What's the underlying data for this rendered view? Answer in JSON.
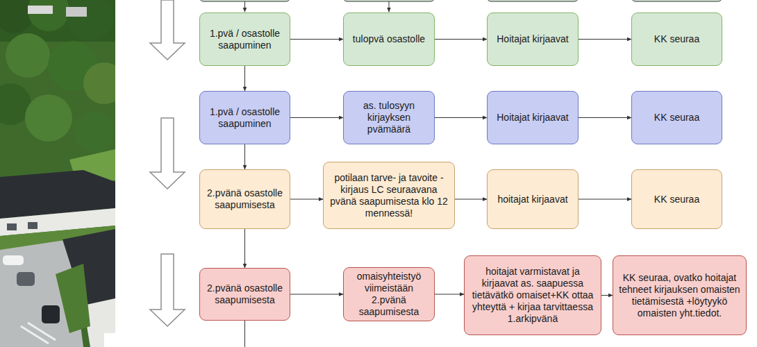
{
  "diagram": {
    "nodes": [
      {
        "text": [
          "1.pvä / osastolle saapuminen"
        ]
      },
      {
        "text": [
          "tulopvä osastolle"
        ]
      },
      {
        "text": [
          "Hoitajat kirjaavat"
        ]
      },
      {
        "text": [
          "KK seuraa"
        ]
      },
      {
        "text": [
          "1.pvä / osastolle saapuminen"
        ]
      },
      {
        "text": [
          "as. tulosyyn kirjayksen pvämäärä"
        ]
      },
      {
        "text": [
          "Hoitajat kirjaavat"
        ]
      },
      {
        "text": [
          "KK seuraa"
        ]
      },
      {
        "text": [
          "2.pvänä osastolle saapumisesta"
        ]
      },
      {
        "text": [
          "potilaan tarve- ja tavoite -kirjaus LC seuraavana pvänä saapumisesta klo 12 mennessä!"
        ]
      },
      {
        "text": [
          "hoitajat kirjaavat"
        ]
      },
      {
        "text": [
          "KK seuraa"
        ]
      },
      {
        "text": [
          "2.pvänä osastolle saapumisesta"
        ]
      },
      {
        "text": [
          "omaisyhteistyö viimeistään 2.pvänä saapumisesta"
        ]
      },
      {
        "text": [
          "hoitajat varmistavat ja kirjaavat as. saapuessa tietävätkö omaiset+KK ottaa yhteyttä + kirjaa tarvittaessa 1.arkipvänä"
        ]
      },
      {
        "text": [
          "KK seuraa, ovatko hoitajat tehneet kirjauksen omaisten tietämisestä +löytyykö omaisten yht.tiedot."
        ]
      }
    ],
    "edges": [
      {
        "from": 0,
        "to": 1,
        "arrow": "to"
      },
      {
        "from": 1,
        "to": 2,
        "arrow": "to"
      },
      {
        "from": 2,
        "to": 3,
        "arrow": "to"
      },
      {
        "from": 0,
        "to": 4,
        "arrow": "to"
      },
      {
        "from": 4,
        "to": 5,
        "arrow": "to"
      },
      {
        "from": 5,
        "to": 6,
        "arrow": "to"
      },
      {
        "from": 6,
        "to": 7,
        "arrow": "to"
      },
      {
        "from": 4,
        "to": 8,
        "arrow": "to"
      },
      {
        "from": 8,
        "to": 9,
        "arrow": "to"
      },
      {
        "from": 9,
        "to": 10,
        "arrow": "to"
      },
      {
        "from": 10,
        "to": 11,
        "arrow": "to"
      },
      {
        "from": 8,
        "to": 12,
        "arrow": "to"
      },
      {
        "from": 12,
        "to": 13,
        "arrow": "to"
      },
      {
        "from": 13,
        "to": 14,
        "arrow": "to"
      },
      {
        "from": 14,
        "to": 15,
        "arrow": "to"
      }
    ]
  }
}
